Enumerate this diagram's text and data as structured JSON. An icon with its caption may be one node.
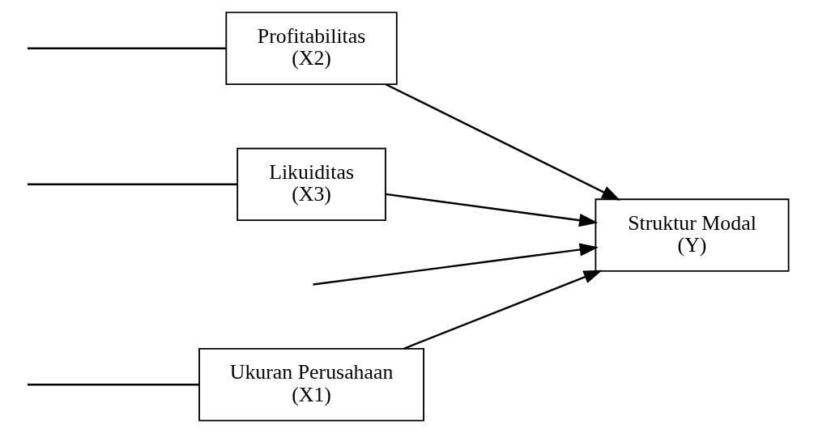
{
  "diagram": {
    "nodes": [
      {
        "text": [
          "Ukuran Perusahaan",
          "(X1)"
        ]
      },
      {
        "text": [
          "Profitabilitas",
          "(X2)"
        ]
      },
      {
        "text": [
          "Likuiditas",
          "(X3)"
        ]
      },
      {
        "text": [
          "Struktur Modal",
          "(Y)"
        ]
      }
    ],
    "edges": [
      {
        "from": 0,
        "to": 3,
        "arrow": "to"
      },
      {
        "from": 1,
        "to": 3,
        "arrow": "to"
      },
      {
        "from": 2,
        "to": 3,
        "arrow": "to"
      },
      {
        "from": null,
        "to": 3,
        "arrow": "to"
      },
      {
        "from": 0,
        "to": null,
        "arrow": "none"
      },
      {
        "from": 1,
        "to": null,
        "arrow": "none"
      },
      {
        "from": 2,
        "to": null,
        "arrow": "none"
      }
    ]
  }
}
